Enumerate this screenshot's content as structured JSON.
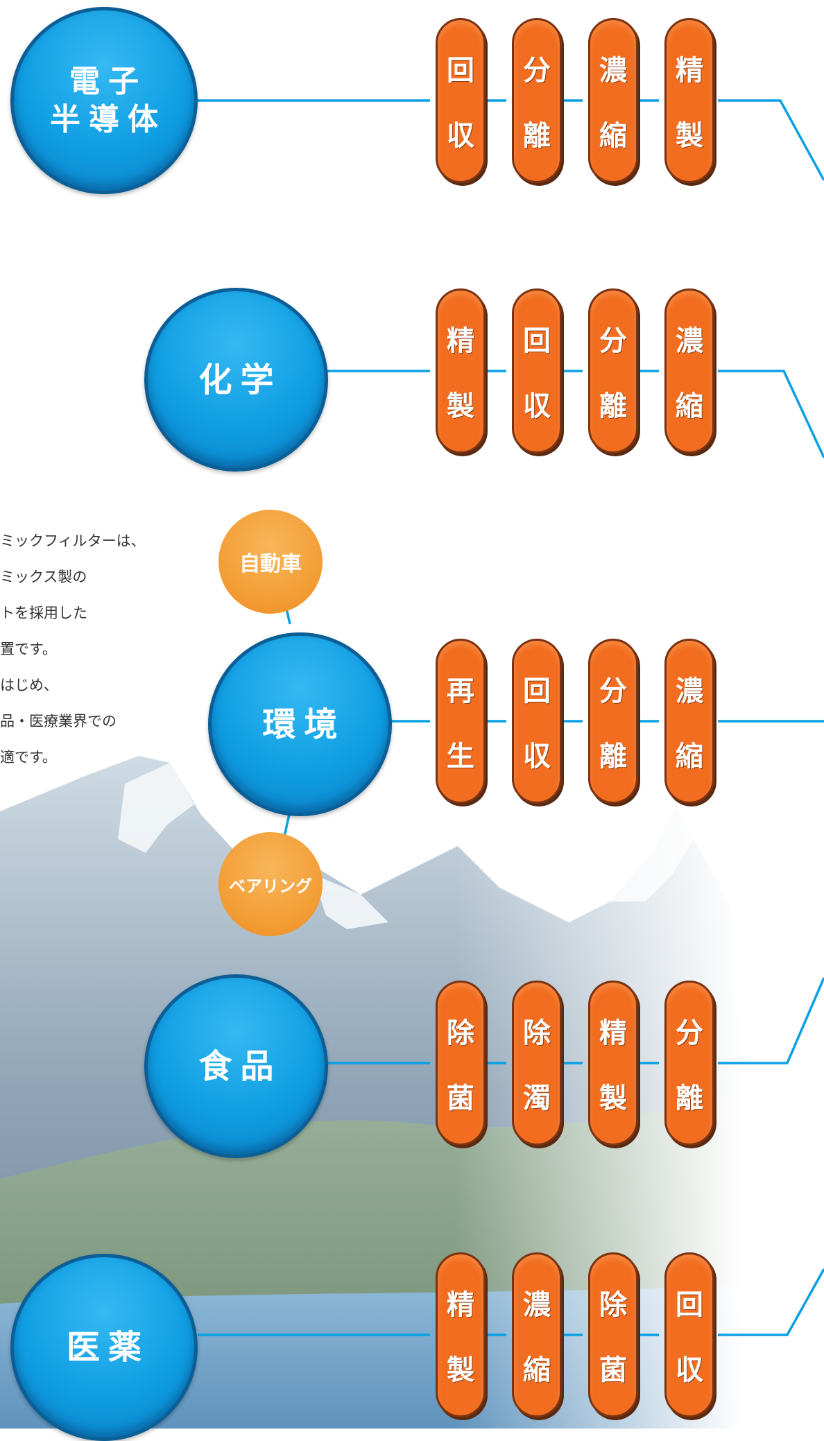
{
  "industries": [
    {
      "name": "電子\n半導体",
      "processes": [
        "回収",
        "分離",
        "濃縮",
        "精製"
      ]
    },
    {
      "name": "化学",
      "processes": [
        "精製",
        "回収",
        "分離",
        "濃縮"
      ]
    },
    {
      "name": "環境",
      "processes": [
        "再生",
        "回収",
        "分離",
        "濃縮"
      ],
      "sub_items": [
        "自動車",
        "ベアリング"
      ]
    },
    {
      "name": "食品",
      "processes": [
        "除菌",
        "除濁",
        "精製",
        "分離"
      ]
    },
    {
      "name": "医薬",
      "processes": [
        "精製",
        "濃縮",
        "除菌",
        "回収"
      ]
    }
  ],
  "description_lines": [
    "ミックフィルターは、",
    "ミックス製の",
    "トを採用した",
    "置です。",
    "はじめ、",
    "品・医療業界での",
    "適です。"
  ],
  "colors": {
    "circle": "#0f9ee3",
    "pill": "#f26d1f",
    "sub_circle": "#f29b32",
    "line": "#0aa0e4"
  }
}
